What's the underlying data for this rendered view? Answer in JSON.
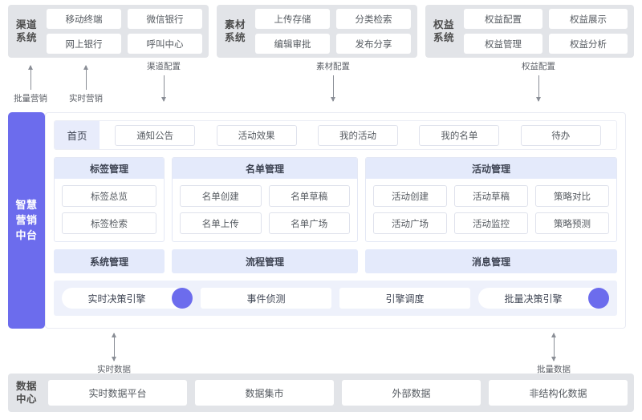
{
  "top_systems": [
    {
      "title": "渠道\n系统",
      "title_lines": [
        "渠道",
        "系统"
      ],
      "items": [
        "移动终端",
        "微信银行",
        "网上银行",
        "呼叫中心"
      ]
    },
    {
      "title_lines": [
        "素材",
        "系统"
      ],
      "items": [
        "上传存储",
        "分类检索",
        "编辑审批",
        "发布分享"
      ]
    },
    {
      "title_lines": [
        "权益",
        "系统"
      ],
      "items": [
        "权益配置",
        "权益展示",
        "权益管理",
        "权益分析"
      ]
    }
  ],
  "top_arrows": [
    {
      "label": "批量营销",
      "direction": "up"
    },
    {
      "label": "实时营销",
      "direction": "up"
    },
    {
      "label": "渠道配置",
      "direction": "down"
    },
    {
      "label": "素材配置",
      "direction": "down"
    },
    {
      "label": "权益配置",
      "direction": "down"
    }
  ],
  "bottom_arrows": [
    {
      "label": "实时数据",
      "direction": "both"
    },
    {
      "label": "批量数据",
      "direction": "both"
    }
  ],
  "left_rail": {
    "label_lines": [
      "智慧",
      "营销",
      "中台"
    ]
  },
  "platform": {
    "nav": {
      "home_label": "首页",
      "items": [
        "通知公告",
        "活动效果",
        "我的活动",
        "我的名单",
        "待办"
      ]
    },
    "groups": [
      {
        "title": "标签管理",
        "items": [
          "标签总览",
          "标签检索"
        ]
      },
      {
        "title": "名单管理",
        "items": [
          "名单创建",
          "名单草稿",
          "名单上传",
          "名单广场"
        ]
      },
      {
        "title": "活动管理",
        "items": [
          "活动创建",
          "活动草稿",
          "策略对比",
          "活动广场",
          "活动监控",
          "策略预测"
        ]
      }
    ],
    "management_bars": [
      "系统管理",
      "流程管理",
      "消息管理"
    ],
    "engines": [
      {
        "label": "实时决策引擎",
        "shape": "pill",
        "dot": true
      },
      {
        "label": "事件侦测",
        "shape": "square",
        "dot": false
      },
      {
        "label": "引擎调度",
        "shape": "square",
        "dot": false
      },
      {
        "label": "批量决策引擎",
        "shape": "pill",
        "dot": true
      }
    ]
  },
  "data_center": {
    "title_lines": [
      "数据",
      "中心"
    ],
    "items": [
      "实时数据平台",
      "数据集市",
      "外部数据",
      "非结构化数据"
    ]
  },
  "colors": {
    "accent_purple": "#6c6ced",
    "band_grey": "#e2e4e8",
    "group_head_blue": "#e4eafb",
    "engine_strip_blue": "#eef1fb"
  }
}
